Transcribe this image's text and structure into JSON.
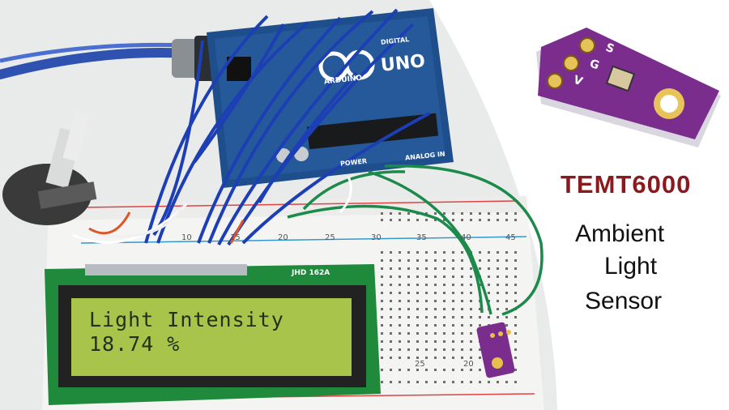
{
  "caption": {
    "title": "TEMT6000",
    "subtitle_lines": [
      "Ambient",
      "Light",
      "Sensor"
    ]
  },
  "lcd": {
    "line1": "Light Intensity",
    "line2": "18.74 %",
    "module_label": "JHD 162A"
  },
  "arduino": {
    "brand": "ARDUINO",
    "model": "UNO",
    "power_label": "POWER",
    "analog_label": "ANALOG IN",
    "digital_label": "DIGITAL"
  },
  "breadboard": {
    "column_numbers": [
      "10",
      "15",
      "20",
      "25",
      "30",
      "35",
      "40",
      "45"
    ],
    "lower_numbers": [
      "25",
      "20"
    ]
  },
  "sensor_board": {
    "pins": [
      "S",
      "G",
      "V"
    ]
  },
  "colors": {
    "title": "#8b1a1f",
    "sensor_pcb": "#7b2d8e",
    "arduino_pcb": "#1f4e8c",
    "lcd_screen": "#a8c44a",
    "lcd_pcb": "#1f8a3c",
    "blue_wire": "#1d3fb5",
    "green_wire": "#1c8a4a"
  }
}
